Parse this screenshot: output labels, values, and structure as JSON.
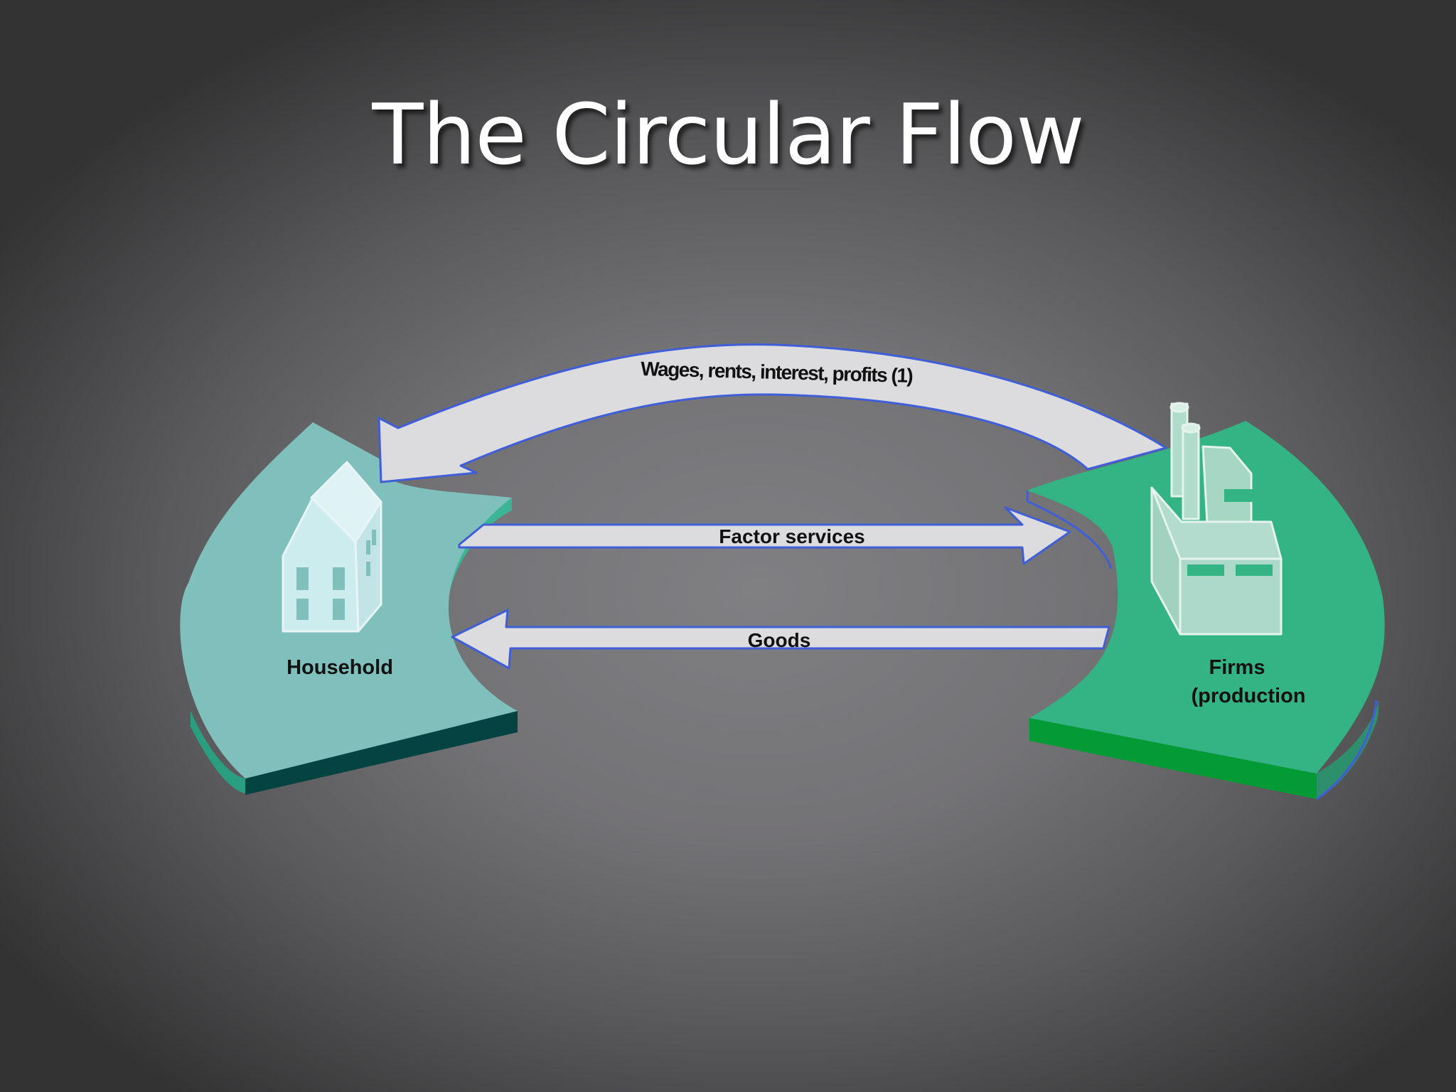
{
  "title": "The Circular Flow",
  "diagram": {
    "household_label": "Household",
    "firms_label_line1": "Firms",
    "firms_label_line2": "(production",
    "top_arrow_label": "Wages, rents, interest, profits (1)",
    "factor_services_label": "Factor services",
    "goods_label": "Goods"
  },
  "colors": {
    "household_surface": "#7fc0bd",
    "household_edge": "#034342",
    "firms_surface": "#34b384",
    "firms_edge": "#029b35",
    "arrow_fill": "#dcdcdf",
    "arrow_outline": "#3f5ed8"
  },
  "icons": {
    "household": "house-icon",
    "firms": "factory-icon"
  }
}
